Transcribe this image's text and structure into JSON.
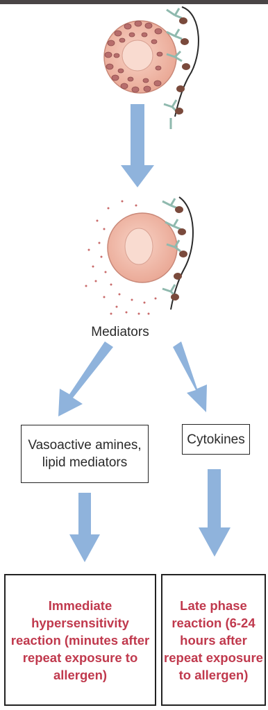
{
  "mediators_label": "Mediators",
  "boxes": {
    "vasoactive": "Vasoactive amines,\nlipid mediators",
    "cytokines": "Cytokines"
  },
  "outcomes": {
    "immediate": "Immediate\nhypersensitivity\nreaction (minutes after\nrepeat exposure to\nallergen)",
    "late_phase": "Late phase\nreaction (6-24\nhours after\nrepeat exposure\nto allergen)"
  },
  "colors": {
    "arrow": "#8fb3dc",
    "cell": "#f0b9a9",
    "nucleus": "#f8d8cc",
    "granule": "#b8686a",
    "antibody": "#8fb9ae",
    "allergen": "#7a4a3c",
    "outcome_text": "#c0394d"
  }
}
